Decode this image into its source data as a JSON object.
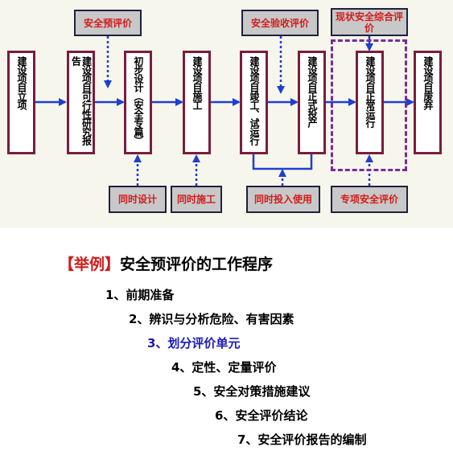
{
  "diagram": {
    "stages": [
      {
        "id": "s1",
        "text": "建设项目立项"
      },
      {
        "id": "s2",
        "text": "建设项目可行性研究报告"
      },
      {
        "id": "s3",
        "text": "初步设计（安全专篇）"
      },
      {
        "id": "s4",
        "text": "建设项目施工"
      },
      {
        "id": "s5",
        "text": "建设项目竣工、试运行"
      },
      {
        "id": "s6",
        "text": "建设项目正式投产"
      },
      {
        "id": "s7",
        "text": "建设项目正常运行"
      },
      {
        "id": "s8",
        "text": "建设项目废弃"
      }
    ],
    "top_labels": {
      "pre_evaluation": "安全预评价",
      "acceptance_evaluation": "安全验收评价",
      "status_evaluation": "现状安全综合评价"
    },
    "bottom_labels": {
      "design": "同时设计",
      "construction": "同时施工",
      "operation": "同时投入使用",
      "special": "专项安全评价"
    },
    "colors": {
      "stage_border": "#7b1d3d",
      "arrow": "#1f3fd0",
      "label_text": "#d31b1b",
      "label_bg": "#c8c8c8",
      "dashed_frame": "#7a2b9a"
    }
  },
  "example": {
    "bracket": "【举例】",
    "title": "安全预评价的工作程序",
    "steps": [
      "1、前期准备",
      "2、辨识与分析危险、有害因素",
      "3、划分评价单元",
      "4、定性、定量评价",
      "5、安全对策措施建议",
      "6、安全评价结论",
      "7、安全评价报告的编制"
    ],
    "highlight_color": "#1a1ab8"
  }
}
